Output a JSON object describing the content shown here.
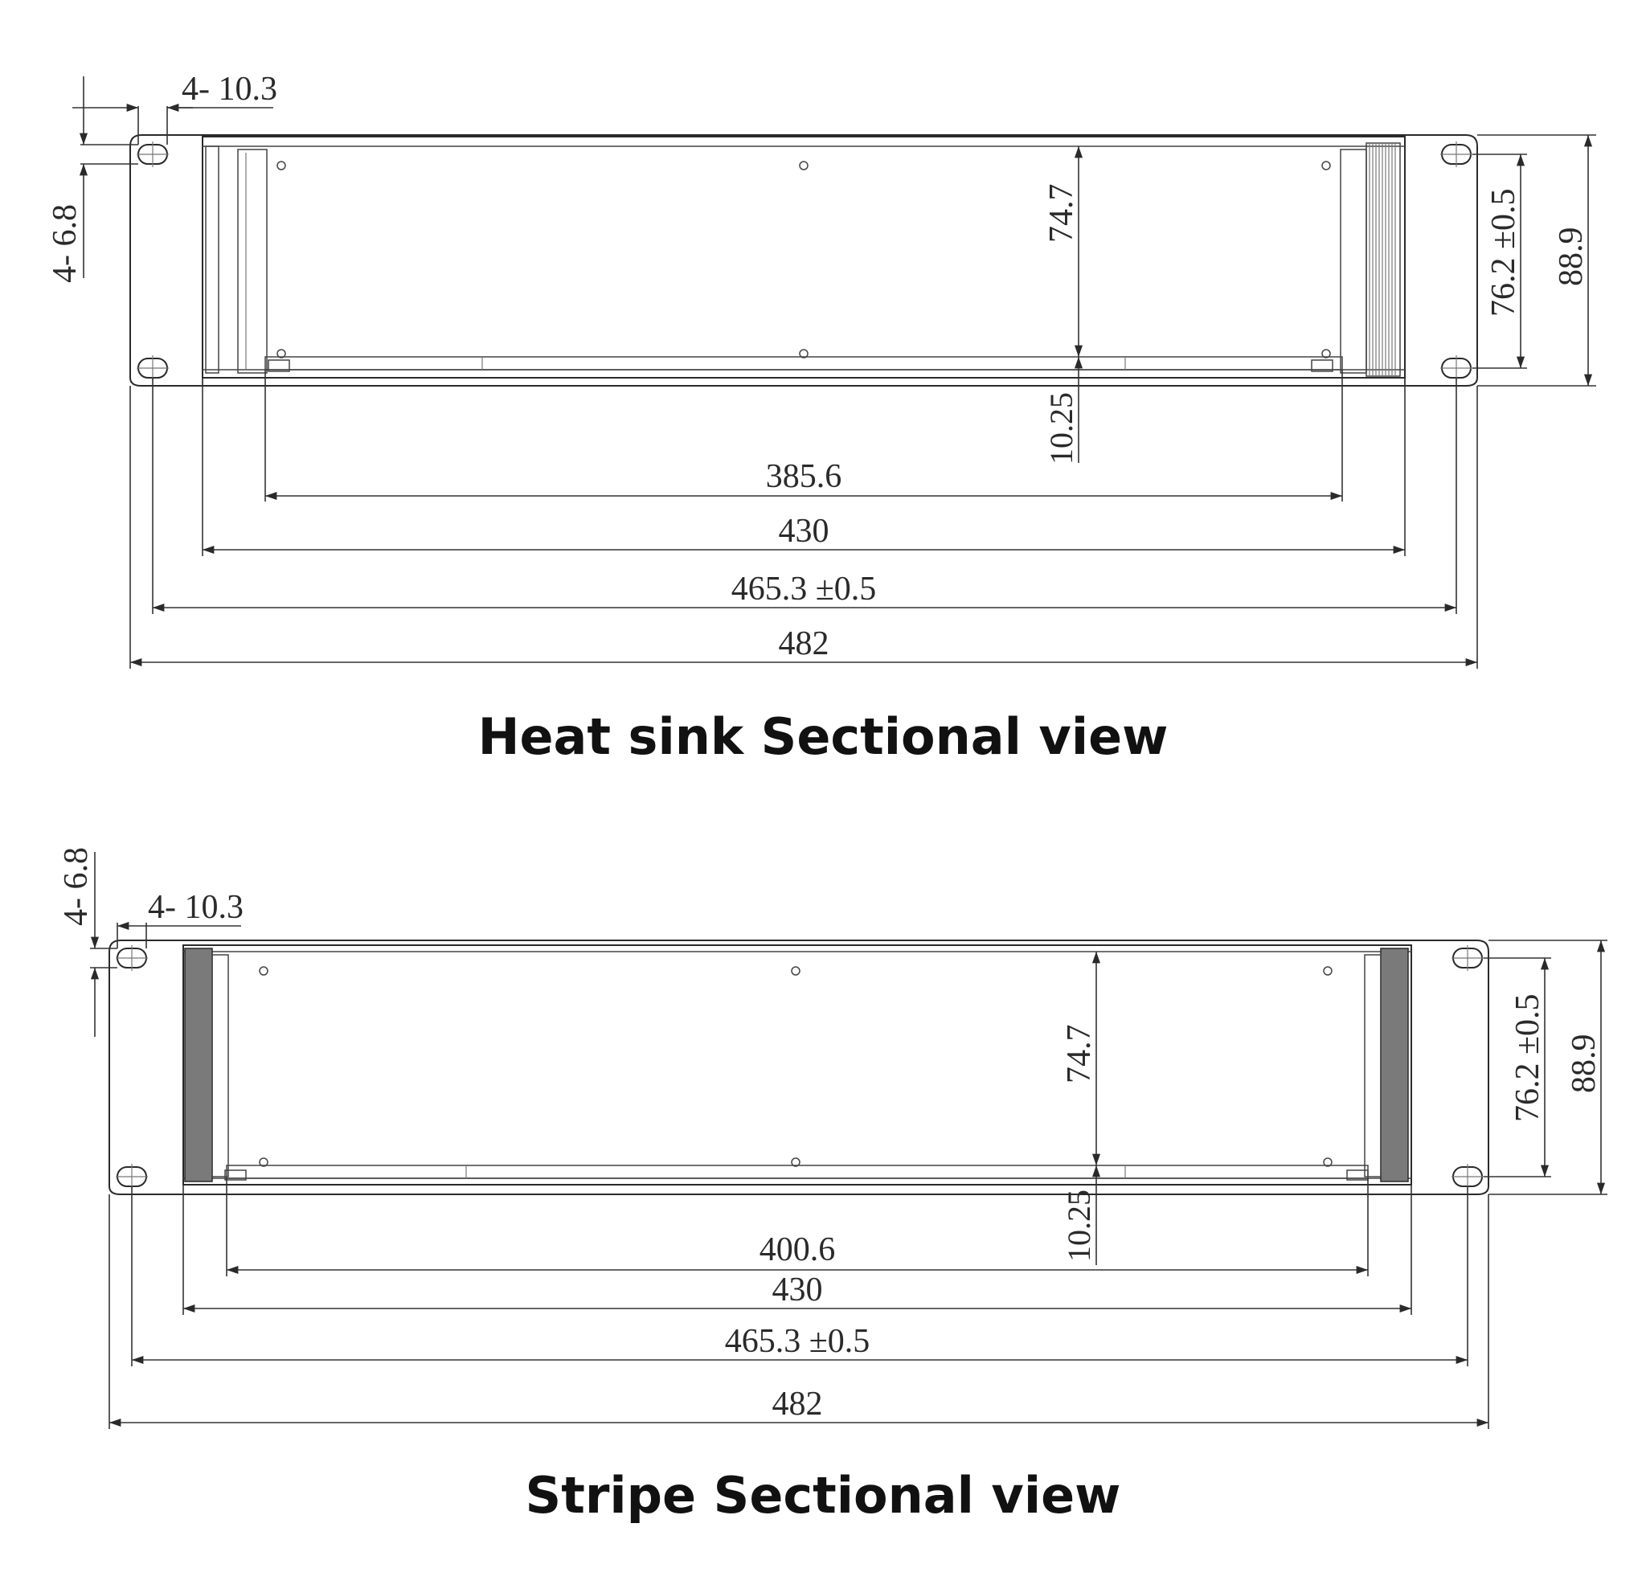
{
  "views": [
    {
      "caption": "Heat sink Sectional view",
      "dims": {
        "hole_w": "4- 10.3",
        "hole_h": "4- 6.8",
        "inner_h": "74.7",
        "bottom": "10.25",
        "mount_pitch": "76.2 ±0.5",
        "height": "88.9",
        "rail": "385.6",
        "body_w": "430",
        "hole_span": "465.3 ±0.5",
        "overall_w": "482"
      }
    },
    {
      "caption": "Stripe Sectional view",
      "dims": {
        "hole_h": "4- 6.8",
        "hole_w": "4- 10.3",
        "inner_h": "74.7",
        "bottom": "10.25",
        "mount_pitch": "76.2 ±0.5",
        "height": "88.9",
        "rail": "400.6",
        "body_w": "430",
        "hole_span": "465.3 ±0.5",
        "overall_w": "482"
      }
    }
  ]
}
